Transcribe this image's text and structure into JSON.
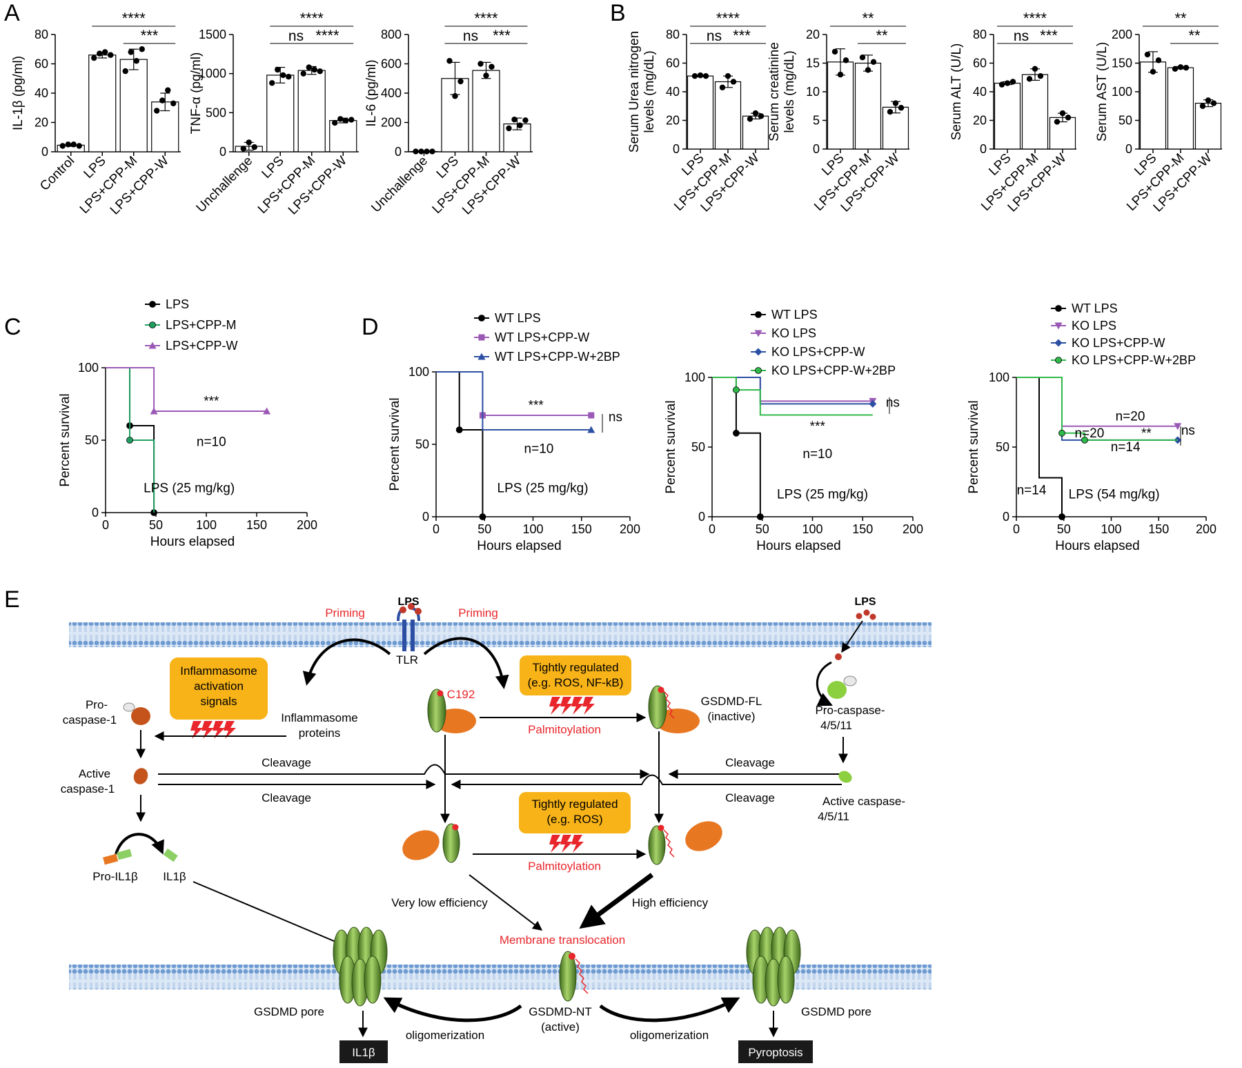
{
  "chart_data": [
    {
      "panel": "A",
      "type": "bar",
      "categories": [
        "Control",
        "LPS",
        "LPS+CPP-M",
        "LPS+CPP-W"
      ],
      "values": [
        4.5,
        66,
        63,
        34
      ],
      "errors": [
        0.8,
        2,
        7,
        6
      ],
      "points": [
        [
          4,
          5,
          5,
          4
        ],
        [
          64,
          67,
          68,
          66
        ],
        [
          55,
          68,
          62,
          70
        ],
        [
          28,
          35,
          42,
          33
        ]
      ],
      "ylabel": "IL-1β (pg/ml)",
      "ylim": [
        0,
        80
      ],
      "yticks": [
        "0",
        "20",
        "40",
        "60",
        "80"
      ],
      "sig": [
        {
          "from": 1,
          "to": 3,
          "text": "****"
        },
        {
          "from": 2,
          "to": 3,
          "text": "***"
        }
      ]
    },
    {
      "panel": "A",
      "type": "bar",
      "categories": [
        "Unchallenge",
        "LPS",
        "LPS+CPP-M",
        "LPS+CPP-W"
      ],
      "values": [
        70,
        980,
        1040,
        400
      ],
      "errors": [
        50,
        100,
        50,
        30
      ],
      "points": [
        [
          40,
          120,
          60
        ],
        [
          880,
          1050,
          980,
          960
        ],
        [
          1000,
          1080,
          1050,
          1030
        ],
        [
          370,
          420,
          400,
          410
        ]
      ],
      "ylabel": "TNF-α (pg/ml)",
      "ylim": [
        0,
        1500
      ],
      "yticks": [
        "0",
        "500",
        "1000",
        "1500"
      ],
      "sig": [
        {
          "from": 1,
          "to": 3,
          "text": "****"
        },
        {
          "from": 1,
          "to": 2,
          "text": "ns"
        },
        {
          "from": 2,
          "to": 3,
          "text": "****"
        }
      ]
    },
    {
      "panel": "A",
      "type": "bar",
      "categories": [
        "Unchallenge",
        "LPS",
        "LPS+CPP-M",
        "LPS+CPP-W"
      ],
      "values": [
        2,
        500,
        555,
        190
      ],
      "errors": [
        2,
        110,
        55,
        40
      ],
      "points": [
        [
          2,
          2,
          2,
          2
        ],
        [
          620,
          380,
          480
        ],
        [
          600,
          520,
          580
        ],
        [
          160,
          220,
          180,
          215
        ]
      ],
      "ylabel": "IL-6 (pg/ml)",
      "ylim": [
        0,
        800
      ],
      "yticks": [
        "0",
        "200",
        "400",
        "600",
        "800"
      ],
      "sig": [
        {
          "from": 1,
          "to": 3,
          "text": "****"
        },
        {
          "from": 1,
          "to": 2,
          "text": "ns"
        },
        {
          "from": 2,
          "to": 3,
          "text": "***"
        }
      ]
    },
    {
      "panel": "B",
      "type": "bar",
      "categories": [
        "LPS",
        "LPS+CPP-M",
        "LPS+CPP-W"
      ],
      "values": [
        51,
        47,
        23
      ],
      "errors": [
        0.5,
        4,
        2
      ],
      "points": [
        [
          51,
          51.5,
          51
        ],
        [
          43,
          51,
          47
        ],
        [
          21,
          25,
          23
        ]
      ],
      "ylabel": "Serum Urea nitrogen levels (mg/dL)",
      "ylabel_lines": [
        "Serum Urea nitrogen",
        "levels (mg/dL)"
      ],
      "ylim": [
        0,
        80
      ],
      "yticks": [
        "0",
        "20",
        "40",
        "60",
        "80"
      ],
      "sig": [
        {
          "from": 0,
          "to": 2,
          "text": "****"
        },
        {
          "from": 0,
          "to": 1,
          "text": "ns"
        },
        {
          "from": 1,
          "to": 2,
          "text": "***"
        }
      ]
    },
    {
      "panel": "B",
      "type": "bar",
      "categories": [
        "LPS",
        "LPS+CPP-M",
        "LPS+CPP-W"
      ],
      "values": [
        15.2,
        15,
        7.3
      ],
      "errors": [
        2.3,
        1.4,
        1
      ],
      "points": [
        [
          17,
          13,
          15.5
        ],
        [
          16,
          13.8,
          15.2
        ],
        [
          6.5,
          8,
          7.2
        ]
      ],
      "ylabel": "Serum creatinine levels (mg/dL)",
      "ylabel_lines": [
        "Serum creatinine",
        "levels (mg/dL)"
      ],
      "ylim": [
        0,
        20
      ],
      "yticks": [
        "0",
        "5",
        "10",
        "15",
        "20"
      ],
      "sig": [
        {
          "from": 0,
          "to": 2,
          "text": "**"
        },
        {
          "from": 1,
          "to": 2,
          "text": "**"
        }
      ]
    },
    {
      "panel": "B",
      "type": "bar",
      "categories": [
        "LPS",
        "LPS+CPP-M",
        "LPS+CPP-W"
      ],
      "values": [
        46,
        52,
        22
      ],
      "errors": [
        1,
        4,
        3
      ],
      "points": [
        [
          45,
          46,
          47
        ],
        [
          49,
          56,
          51
        ],
        [
          19,
          25,
          22
        ]
      ],
      "ylabel": "Serum ALT (U/L)",
      "ylim": [
        0,
        80
      ],
      "yticks": [
        "0",
        "20",
        "40",
        "60",
        "80"
      ],
      "sig": [
        {
          "from": 0,
          "to": 2,
          "text": "****"
        },
        {
          "from": 0,
          "to": 1,
          "text": "ns"
        },
        {
          "from": 1,
          "to": 2,
          "text": "***"
        }
      ]
    },
    {
      "panel": "B",
      "type": "bar",
      "categories": [
        "LPS",
        "LPS+CPP-M",
        "LPS+CPP-W"
      ],
      "values": [
        152,
        142,
        80
      ],
      "errors": [
        18,
        2,
        6
      ],
      "points": [
        [
          165,
          135,
          155
        ],
        [
          140,
          143,
          142
        ],
        [
          75,
          85,
          80
        ]
      ],
      "ylabel": "Serum AST (U/L)",
      "ylim": [
        0,
        200
      ],
      "yticks": [
        "0",
        "50",
        "100",
        "150",
        "200"
      ],
      "sig": [
        {
          "from": 0,
          "to": 2,
          "text": "**"
        },
        {
          "from": 1,
          "to": 2,
          "text": "**"
        }
      ]
    },
    {
      "panel": "C",
      "type": "line",
      "xlabel": "Hours elapsed",
      "ylabel": "Percent survival",
      "xlim": [
        0,
        200
      ],
      "ylim": [
        0,
        100
      ],
      "xticks": [
        "0",
        "50",
        "100",
        "150",
        "200"
      ],
      "yticks": [
        "0",
        "50",
        "100"
      ],
      "series": [
        {
          "name": "LPS",
          "color": "#000000",
          "marker": "circle",
          "steps": [
            [
              0,
              100
            ],
            [
              24,
              60
            ],
            [
              48,
              0
            ]
          ],
          "censor": [
            [
              24,
              60
            ],
            [
              48,
              0
            ]
          ]
        },
        {
          "name": "LPS+CPP-M",
          "color": "#20a060",
          "marker": "circle",
          "steps": [
            [
              0,
              100
            ],
            [
              24,
              50
            ],
            [
              48,
              0
            ]
          ],
          "censor": [
            [
              24,
              50
            ]
          ]
        },
        {
          "name": "LPS+CPP-W",
          "color": "#9b59b6",
          "marker": "triangle",
          "steps": [
            [
              0,
              100
            ],
            [
              48,
              70
            ],
            [
              160,
              70
            ]
          ],
          "censor": [
            [
              48,
              70
            ],
            [
              160,
              70
            ]
          ]
        }
      ],
      "annotations": [
        {
          "text": "***",
          "x": 105,
          "y": 74
        },
        {
          "text": "n=10",
          "x": 105,
          "y": 46
        },
        {
          "text": "LPS (25 mg/kg)",
          "x": 83,
          "y": 14
        }
      ]
    },
    {
      "panel": "D",
      "type": "line",
      "xlabel": "Hours elapsed",
      "ylabel": "Percent survival",
      "xlim": [
        0,
        200
      ],
      "ylim": [
        0,
        100
      ],
      "xticks": [
        "0",
        "50",
        "100",
        "150",
        "200"
      ],
      "yticks": [
        "0",
        "50",
        "100"
      ],
      "series": [
        {
          "name": "WT LPS",
          "color": "#000000",
          "marker": "circle",
          "steps": [
            [
              0,
              100
            ],
            [
              24,
              60
            ],
            [
              48,
              0
            ]
          ],
          "censor": [
            [
              24,
              60
            ],
            [
              48,
              0
            ]
          ]
        },
        {
          "name": "WT LPS+CPP-W",
          "color": "#9b59b6",
          "marker": "square",
          "steps": [
            [
              0,
              100
            ],
            [
              48,
              70
            ],
            [
              160,
              70
            ]
          ],
          "censor": [
            [
              48,
              70
            ],
            [
              160,
              70
            ]
          ]
        },
        {
          "name": "WT LPS+CPP-W+2BP",
          "color": "#2c4fa3",
          "marker": "triangle",
          "steps": [
            [
              0,
              100
            ],
            [
              48,
              60
            ],
            [
              160,
              60
            ]
          ],
          "censor": [
            [
              160,
              60
            ]
          ]
        }
      ],
      "annotations": [
        {
          "text": "***",
          "x": 103,
          "y": 74
        },
        {
          "text": "ns",
          "x": 185,
          "y": 66
        },
        {
          "text": "n=10",
          "x": 106,
          "y": 44
        },
        {
          "text": "LPS (25 mg/kg)",
          "x": 110,
          "y": 17
        }
      ]
    },
    {
      "panel": "D",
      "type": "line",
      "xlabel": "Hours elapsed",
      "ylabel": "Percent survival",
      "xlim": [
        0,
        200
      ],
      "ylim": [
        0,
        100
      ],
      "xticks": [
        "0",
        "50",
        "100",
        "150",
        "200"
      ],
      "yticks": [
        "0",
        "50",
        "100"
      ],
      "series": [
        {
          "name": "WT LPS",
          "color": "#000000",
          "marker": "circle",
          "steps": [
            [
              0,
              100
            ],
            [
              24,
              60
            ],
            [
              48,
              0
            ]
          ],
          "censor": [
            [
              24,
              60
            ],
            [
              48,
              0
            ]
          ]
        },
        {
          "name": "KO LPS",
          "color": "#9b59b6",
          "marker": "triangle-down",
          "steps": [
            [
              0,
              100
            ],
            [
              48,
              83
            ],
            [
              160,
              83
            ]
          ],
          "censor": [
            [
              160,
              83
            ]
          ]
        },
        {
          "name": "KO LPS+CPP-W",
          "color": "#2c4fa3",
          "marker": "diamond",
          "steps": [
            [
              0,
              100
            ],
            [
              48,
              81
            ],
            [
              160,
              81
            ]
          ],
          "censor": [
            [
              160,
              81
            ]
          ]
        },
        {
          "name": "KO LPS+CPP-W+2BP",
          "color": "#2fb84a",
          "marker": "circle",
          "steps": [
            [
              0,
              100
            ],
            [
              24,
              91
            ],
            [
              48,
              73
            ],
            [
              160,
              73
            ]
          ],
          "censor": [
            [
              24,
              91
            ]
          ]
        }
      ],
      "annotations": [
        {
          "text": "ns",
          "x": 180,
          "y": 79
        },
        {
          "text": "***",
          "x": 105,
          "y": 62
        },
        {
          "text": "n=10",
          "x": 105,
          "y": 42
        },
        {
          "text": "LPS (25 mg/kg)",
          "x": 110,
          "y": 13
        }
      ]
    },
    {
      "panel": "D",
      "type": "line",
      "xlabel": "Hours elapsed",
      "ylabel": "Percent survival",
      "xlim": [
        0,
        200
      ],
      "ylim": [
        0,
        100
      ],
      "xticks": [
        "0",
        "50",
        "100",
        "150",
        "200"
      ],
      "yticks": [
        "0",
        "50",
        "100"
      ],
      "series": [
        {
          "name": "WT LPS",
          "color": "#000000",
          "marker": "circle",
          "steps": [
            [
              0,
              100
            ],
            [
              24,
              28
            ],
            [
              48,
              0
            ]
          ],
          "censor": [
            [
              48,
              0
            ]
          ]
        },
        {
          "name": "KO LPS",
          "color": "#9b59b6",
          "marker": "triangle-down",
          "steps": [
            [
              0,
              100
            ],
            [
              48,
              65
            ],
            [
              170,
              65
            ]
          ],
          "censor": [
            [
              170,
              65
            ]
          ]
        },
        {
          "name": "KO LPS+CPP-W",
          "color": "#2c4fa3",
          "marker": "diamond",
          "steps": [
            [
              0,
              100
            ],
            [
              48,
              55
            ],
            [
              170,
              55
            ]
          ],
          "censor": [
            [
              170,
              55
            ]
          ]
        },
        {
          "name": "KO LPS+CPP-W+2BP",
          "color": "#2fb84a",
          "marker": "circle",
          "steps": [
            [
              0,
              100
            ],
            [
              48,
              60
            ],
            [
              72,
              55
            ],
            [
              170,
              55
            ]
          ],
          "censor": [
            [
              48,
              60
            ],
            [
              72,
              55
            ]
          ]
        }
      ],
      "annotations": [
        {
          "text": "n=20",
          "x": 120,
          "y": 69
        },
        {
          "text": "n=20",
          "x": 77,
          "y": 57
        },
        {
          "text": "**",
          "x": 137,
          "y": 57
        },
        {
          "text": "n=14",
          "x": 115,
          "y": 47
        },
        {
          "text": "n=14",
          "x": 16,
          "y": 16
        },
        {
          "text": "LPS (54 mg/kg)",
          "x": 103,
          "y": 13
        },
        {
          "text": "ns",
          "x": 181,
          "y": 59
        }
      ]
    }
  ],
  "panel_labels": {
    "A": "A",
    "B": "B",
    "C": "C",
    "D": "D",
    "E": "E"
  },
  "diagram": {
    "lps_left": "LPS",
    "lps_right": "LPS",
    "priming_left": "Priming",
    "priming_right": "Priming",
    "tlr": "TLR",
    "inflammasome_box": [
      "Inflammasome",
      "activation",
      "signals"
    ],
    "inflammasome_proteins": [
      "Inflammasome",
      "proteins"
    ],
    "pro_caspase1": [
      "Pro-",
      "caspase-1"
    ],
    "active_caspase1": [
      "Active",
      "caspase-1"
    ],
    "pro_il1b": "Pro-IL1β",
    "il1b": "IL1β",
    "c192": "C192",
    "regulated_top": [
      "Tightly regulated",
      "(e.g. ROS, NF-kB)"
    ],
    "regulated_mid": [
      "Tightly regulated",
      "(e.g. ROS)"
    ],
    "palmitoylation_top": "Palmitoylation",
    "palmitoylation_mid": "Palmitoylation",
    "gsdmd_fl": [
      "GSDMD-FL",
      "(inactive)"
    ],
    "pro_caspase4": [
      "Pro-caspase-",
      "4/5/11"
    ],
    "active_caspase4": [
      "Active caspase-",
      "4/5/11"
    ],
    "cleavage_1": "Cleavage",
    "cleavage_2": "Cleavage",
    "cleavage_3": "Cleavage",
    "cleavage_4": "Cleavage",
    "very_low": "Very low efficiency",
    "high": "High efficiency",
    "membrane_translocation": "Membrane translocation",
    "gsdmd_pore_left": "GSDMD pore",
    "gsdmd_pore_right": "GSDMD pore",
    "gsdmd_nt": [
      "GSDMD-NT",
      "(active)"
    ],
    "oligomerization_left": "oligomerization",
    "oligomerization_right": "oligomerization",
    "out_il1b": "IL1β",
    "out_pyroptosis": "Pyroptosis"
  }
}
